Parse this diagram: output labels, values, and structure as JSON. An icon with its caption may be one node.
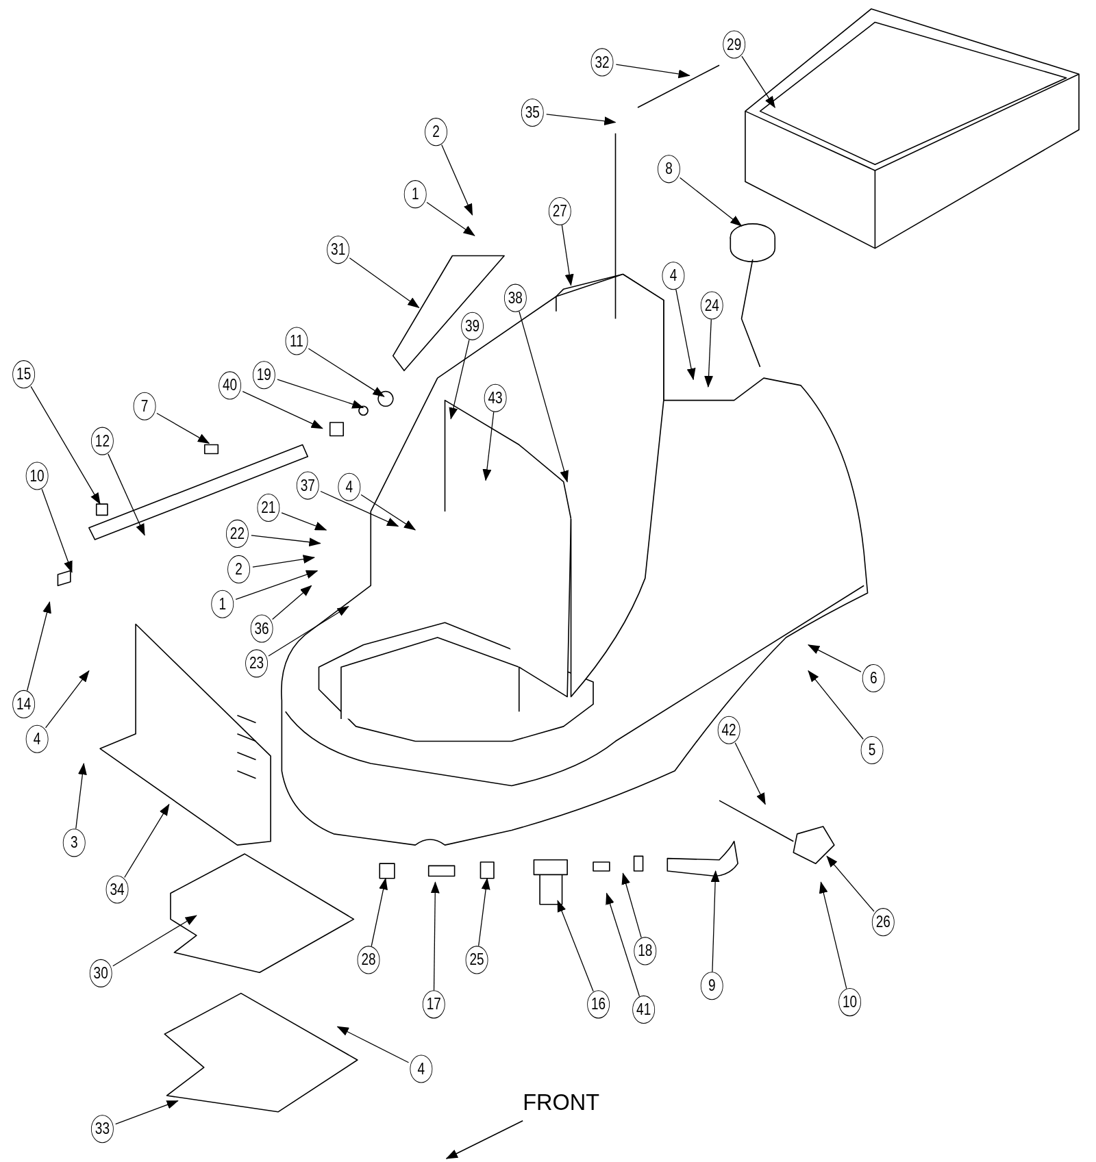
{
  "diagram": {
    "nodes": [
      {
        "text": [
          "32"
        ]
      },
      {
        "text": [
          "29"
        ]
      },
      {
        "text": [
          "35"
        ]
      },
      {
        "text": [
          "2"
        ]
      },
      {
        "text": [
          "8"
        ]
      },
      {
        "text": [
          "27"
        ]
      },
      {
        "text": [
          "1"
        ]
      },
      {
        "text": [
          "31"
        ]
      },
      {
        "text": [
          "4"
        ]
      },
      {
        "text": [
          "24"
        ]
      },
      {
        "text": [
          "38"
        ]
      },
      {
        "text": [
          "11"
        ]
      },
      {
        "text": [
          "39"
        ]
      },
      {
        "text": [
          "43"
        ]
      },
      {
        "text": [
          "19"
        ]
      },
      {
        "text": [
          "15"
        ]
      },
      {
        "text": [
          "7"
        ]
      },
      {
        "text": [
          "40"
        ]
      },
      {
        "text": [
          "12"
        ]
      },
      {
        "text": [
          "10"
        ]
      },
      {
        "text": [
          "37"
        ]
      },
      {
        "text": [
          "4"
        ]
      },
      {
        "text": [
          "21"
        ]
      },
      {
        "text": [
          "22"
        ]
      },
      {
        "text": [
          "2"
        ]
      },
      {
        "text": [
          "1"
        ]
      },
      {
        "text": [
          "36"
        ]
      },
      {
        "text": [
          "14"
        ]
      },
      {
        "text": [
          "23"
        ]
      },
      {
        "text": [
          "6"
        ]
      },
      {
        "text": [
          "4"
        ]
      },
      {
        "text": [
          "5"
        ]
      },
      {
        "text": [
          "42"
        ]
      },
      {
        "text": [
          "3"
        ]
      },
      {
        "text": [
          "34"
        ]
      },
      {
        "text": [
          "26"
        ]
      },
      {
        "text": [
          "28"
        ]
      },
      {
        "text": [
          "17"
        ]
      },
      {
        "text": [
          "25"
        ]
      },
      {
        "text": [
          "16"
        ]
      },
      {
        "text": [
          "18"
        ]
      },
      {
        "text": [
          "41"
        ]
      },
      {
        "text": [
          "9"
        ]
      },
      {
        "text": [
          "10"
        ]
      },
      {
        "text": [
          "30"
        ]
      },
      {
        "text": [
          "4"
        ]
      },
      {
        "text": [
          "33"
        ]
      }
    ],
    "edges": [
      {
        "from": 0,
        "to": null,
        "arrow": "to"
      },
      {
        "from": 1,
        "to": null,
        "arrow": "to"
      },
      {
        "from": 2,
        "to": null,
        "arrow": "to"
      },
      {
        "from": 3,
        "to": null,
        "arrow": "to"
      },
      {
        "from": 4,
        "to": null,
        "arrow": "to"
      },
      {
        "from": 5,
        "to": null,
        "arrow": "to"
      },
      {
        "from": 6,
        "to": null,
        "arrow": "to"
      },
      {
        "from": 7,
        "to": null,
        "arrow": "to"
      },
      {
        "from": 8,
        "to": null,
        "arrow": "to"
      },
      {
        "from": 9,
        "to": null,
        "arrow": "to"
      },
      {
        "from": 10,
        "to": null,
        "arrow": "to"
      },
      {
        "from": 11,
        "to": null,
        "arrow": "to"
      },
      {
        "from": 12,
        "to": null,
        "arrow": "to"
      },
      {
        "from": 13,
        "to": null,
        "arrow": "to"
      },
      {
        "from": 14,
        "to": null,
        "arrow": "to"
      },
      {
        "from": 15,
        "to": null,
        "arrow": "to"
      },
      {
        "from": 16,
        "to": null,
        "arrow": "to"
      },
      {
        "from": 17,
        "to": null,
        "arrow": "to"
      },
      {
        "from": 18,
        "to": null,
        "arrow": "to"
      },
      {
        "from": 19,
        "to": null,
        "arrow": "to"
      },
      {
        "from": 20,
        "to": null,
        "arrow": "to"
      },
      {
        "from": 21,
        "to": null,
        "arrow": "to"
      },
      {
        "from": 22,
        "to": null,
        "arrow": "to"
      },
      {
        "from": 23,
        "to": null,
        "arrow": "to"
      },
      {
        "from": 24,
        "to": null,
        "arrow": "to"
      },
      {
        "from": 25,
        "to": null,
        "arrow": "to"
      },
      {
        "from": 26,
        "to": null,
        "arrow": "to"
      },
      {
        "from": 27,
        "to": null,
        "arrow": "to"
      },
      {
        "from": 28,
        "to": null,
        "arrow": "to"
      },
      {
        "from": 29,
        "to": null,
        "arrow": "to"
      },
      {
        "from": 30,
        "to": null,
        "arrow": "to"
      },
      {
        "from": 31,
        "to": null,
        "arrow": "to"
      },
      {
        "from": 32,
        "to": null,
        "arrow": "to"
      },
      {
        "from": 33,
        "to": null,
        "arrow": "to"
      },
      {
        "from": 34,
        "to": null,
        "arrow": "to"
      },
      {
        "from": 35,
        "to": null,
        "arrow": "to"
      },
      {
        "from": 36,
        "to": null,
        "arrow": "to"
      },
      {
        "from": 37,
        "to": null,
        "arrow": "to"
      },
      {
        "from": 38,
        "to": null,
        "arrow": "to"
      },
      {
        "from": 39,
        "to": null,
        "arrow": "to"
      },
      {
        "from": 40,
        "to": null,
        "arrow": "to"
      },
      {
        "from": 41,
        "to": null,
        "arrow": "to"
      },
      {
        "from": 42,
        "to": null,
        "arrow": "to"
      },
      {
        "from": 43,
        "to": null,
        "arrow": "to"
      },
      {
        "from": 44,
        "to": null,
        "arrow": "to"
      },
      {
        "from": 45,
        "to": null,
        "arrow": "to"
      },
      {
        "from": 46,
        "to": null,
        "arrow": "to"
      }
    ],
    "labels": [
      "FRONT"
    ]
  }
}
